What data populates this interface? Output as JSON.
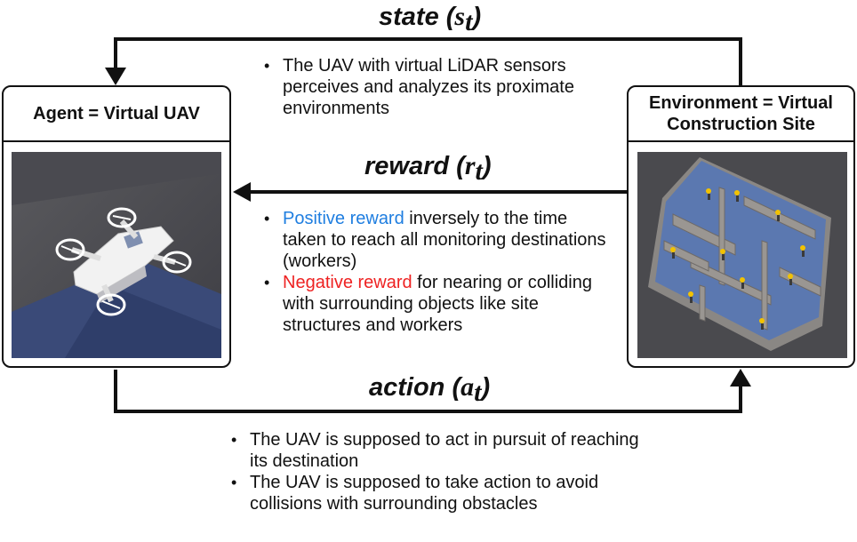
{
  "state": {
    "label": "state",
    "symbol": "s",
    "sub": "t"
  },
  "reward": {
    "label": "reward",
    "symbol": "r",
    "sub": "t"
  },
  "action": {
    "label": "action",
    "symbol": "a",
    "sub": "t"
  },
  "agent": {
    "title": "Agent = Virtual UAV"
  },
  "environment": {
    "title_line1": "Environment = Virtual",
    "title_line2": "Construction Site"
  },
  "state_notes": [
    "The UAV with virtual LiDAR sensors perceives and analyzes its proximate environments"
  ],
  "reward_notes": [
    {
      "highlight": "Positive reward",
      "rest": " inversely to the time taken to reach all monitoring destinations (workers)"
    },
    {
      "highlight": "Negative reward",
      "rest": " for nearing or colliding with surrounding objects like site structures and workers"
    }
  ],
  "action_notes": [
    "The UAV is supposed to act in pursuit of reaching its destination",
    "The UAV is supposed to take action to avoid collisions with surrounding obstacles"
  ],
  "colors": {
    "positive": "#1f7ee0",
    "negative": "#ee2222",
    "line": "#111111"
  }
}
